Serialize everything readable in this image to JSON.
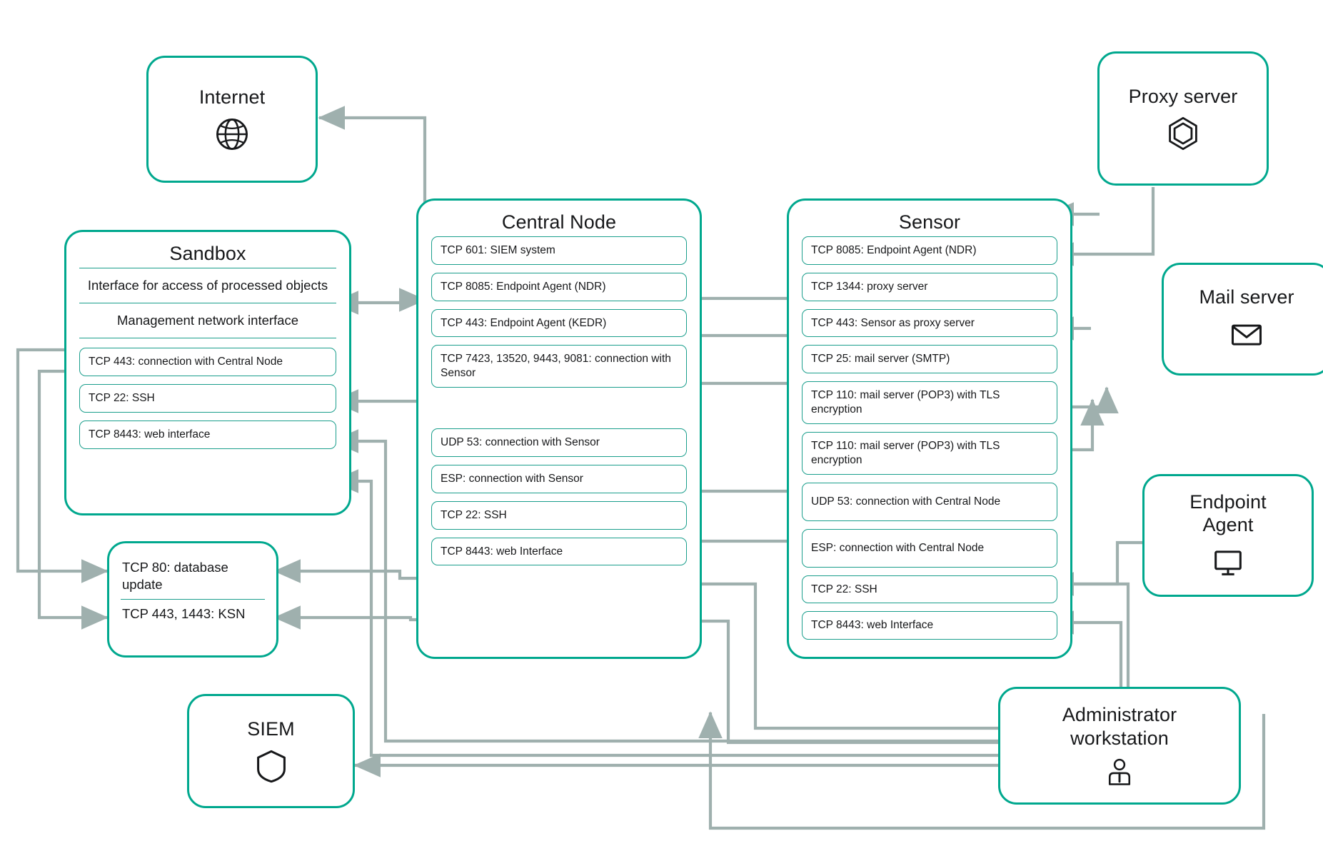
{
  "theme": {
    "node_border": "#00a88e",
    "pill_border": "#1a9e8c",
    "wire": "#9fb0ae",
    "text": "#17181a"
  },
  "nodes": {
    "internet": {
      "title": "Internet",
      "icon": "globe-icon"
    },
    "siem": {
      "title": "SIEM",
      "icon": "shield-icon"
    },
    "proxy": {
      "title": "Proxy server",
      "icon": "hexagon-icon"
    },
    "mail": {
      "title": "Mail server",
      "icon": "envelope-icon"
    },
    "endpoint": {
      "title": "Endpoint Agent",
      "title_line1": "Endpoint",
      "title_line2": "Agent",
      "icon": "monitor-icon"
    },
    "admin": {
      "title": "Administrator workstation",
      "title_line1": "Administrator",
      "title_line2": "workstation",
      "icon": "user-icon"
    }
  },
  "sandbox": {
    "title": "Sandbox",
    "interfaces": [
      "Interface for access of processed objects",
      "Management network interface"
    ],
    "ports": [
      "TCP 443: connection with Central Node",
      "TCP 22: SSH",
      "TCP 8443: web interface"
    ]
  },
  "database_box": {
    "rows": [
      "TCP 80: database update",
      "TCP 443, 1443: KSN"
    ]
  },
  "central_node": {
    "title": "Central Node",
    "ports_top": [
      "TCP 601: SIEM system",
      "TCP 8085: Endpoint Agent (NDR)",
      "TCP 443: Endpoint Agent (KEDR)",
      "TCP 7423, 13520, 9443, 9081: connection with Sensor"
    ],
    "ports_bottom": [
      "UDP 53: connection with Sensor",
      "ESP: connection with Sensor",
      "TCP 22: SSH",
      "TCP 8443: web Interface"
    ]
  },
  "sensor": {
    "title": "Sensor",
    "ports_top": [
      "TCP 8085: Endpoint Agent (NDR)",
      "TCP 1344: proxy server",
      "TCP 443: Sensor as proxy server",
      "TCP 25: mail server (SMTP)",
      "TCP 110: mail server (POP3) with TLS encryption",
      "TCP 110: mail server (POP3) with TLS encryption"
    ],
    "ports_bottom": [
      "UDP 53: connection with Central Node",
      "ESP: connection with Central Node",
      "TCP 22: SSH",
      "TCP 8443: web Interface"
    ]
  }
}
